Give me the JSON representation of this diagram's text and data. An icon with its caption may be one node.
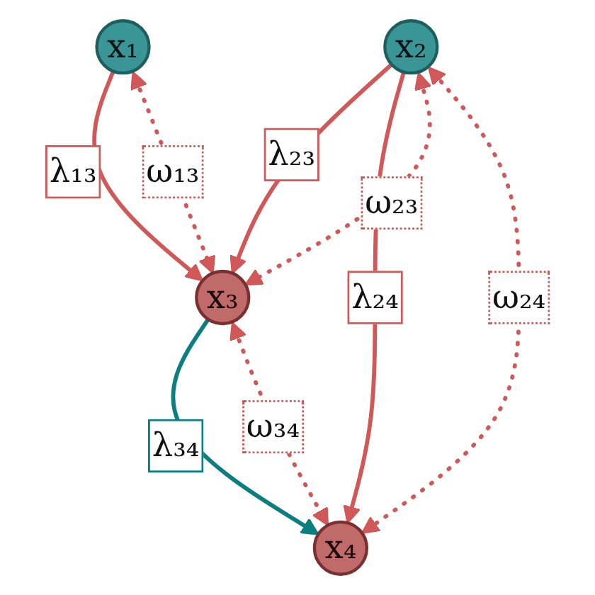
{
  "diagram": {
    "nodes": [
      {
        "text": [
          "x₁"
        ]
      },
      {
        "text": [
          "x₂"
        ]
      },
      {
        "text": [
          "x₃"
        ]
      },
      {
        "text": [
          "x₄"
        ]
      }
    ],
    "edges": [
      {
        "from": 0,
        "to": 2,
        "arrow": "to",
        "label": "λ₁₃"
      },
      {
        "from": 1,
        "to": 2,
        "arrow": "to",
        "label": "λ₂₃"
      },
      {
        "from": 1,
        "to": 3,
        "arrow": "to",
        "label": "λ₂₄"
      },
      {
        "from": 2,
        "to": 3,
        "arrow": "to",
        "label": "λ₃₄",
        "color": "#0b7f7f"
      },
      {
        "from": 0,
        "to": 2,
        "arrow": "both",
        "label": "ω₁₃",
        "style": "dashed"
      },
      {
        "from": 1,
        "to": 2,
        "arrow": "both",
        "label": "ω₂₃",
        "style": "dashed"
      },
      {
        "from": 1,
        "to": 3,
        "arrow": "both",
        "label": "ω₂₄",
        "style": "dashed"
      },
      {
        "from": 2,
        "to": 3,
        "arrow": "both",
        "label": "ω₃₄",
        "style": "dashed"
      }
    ]
  }
}
